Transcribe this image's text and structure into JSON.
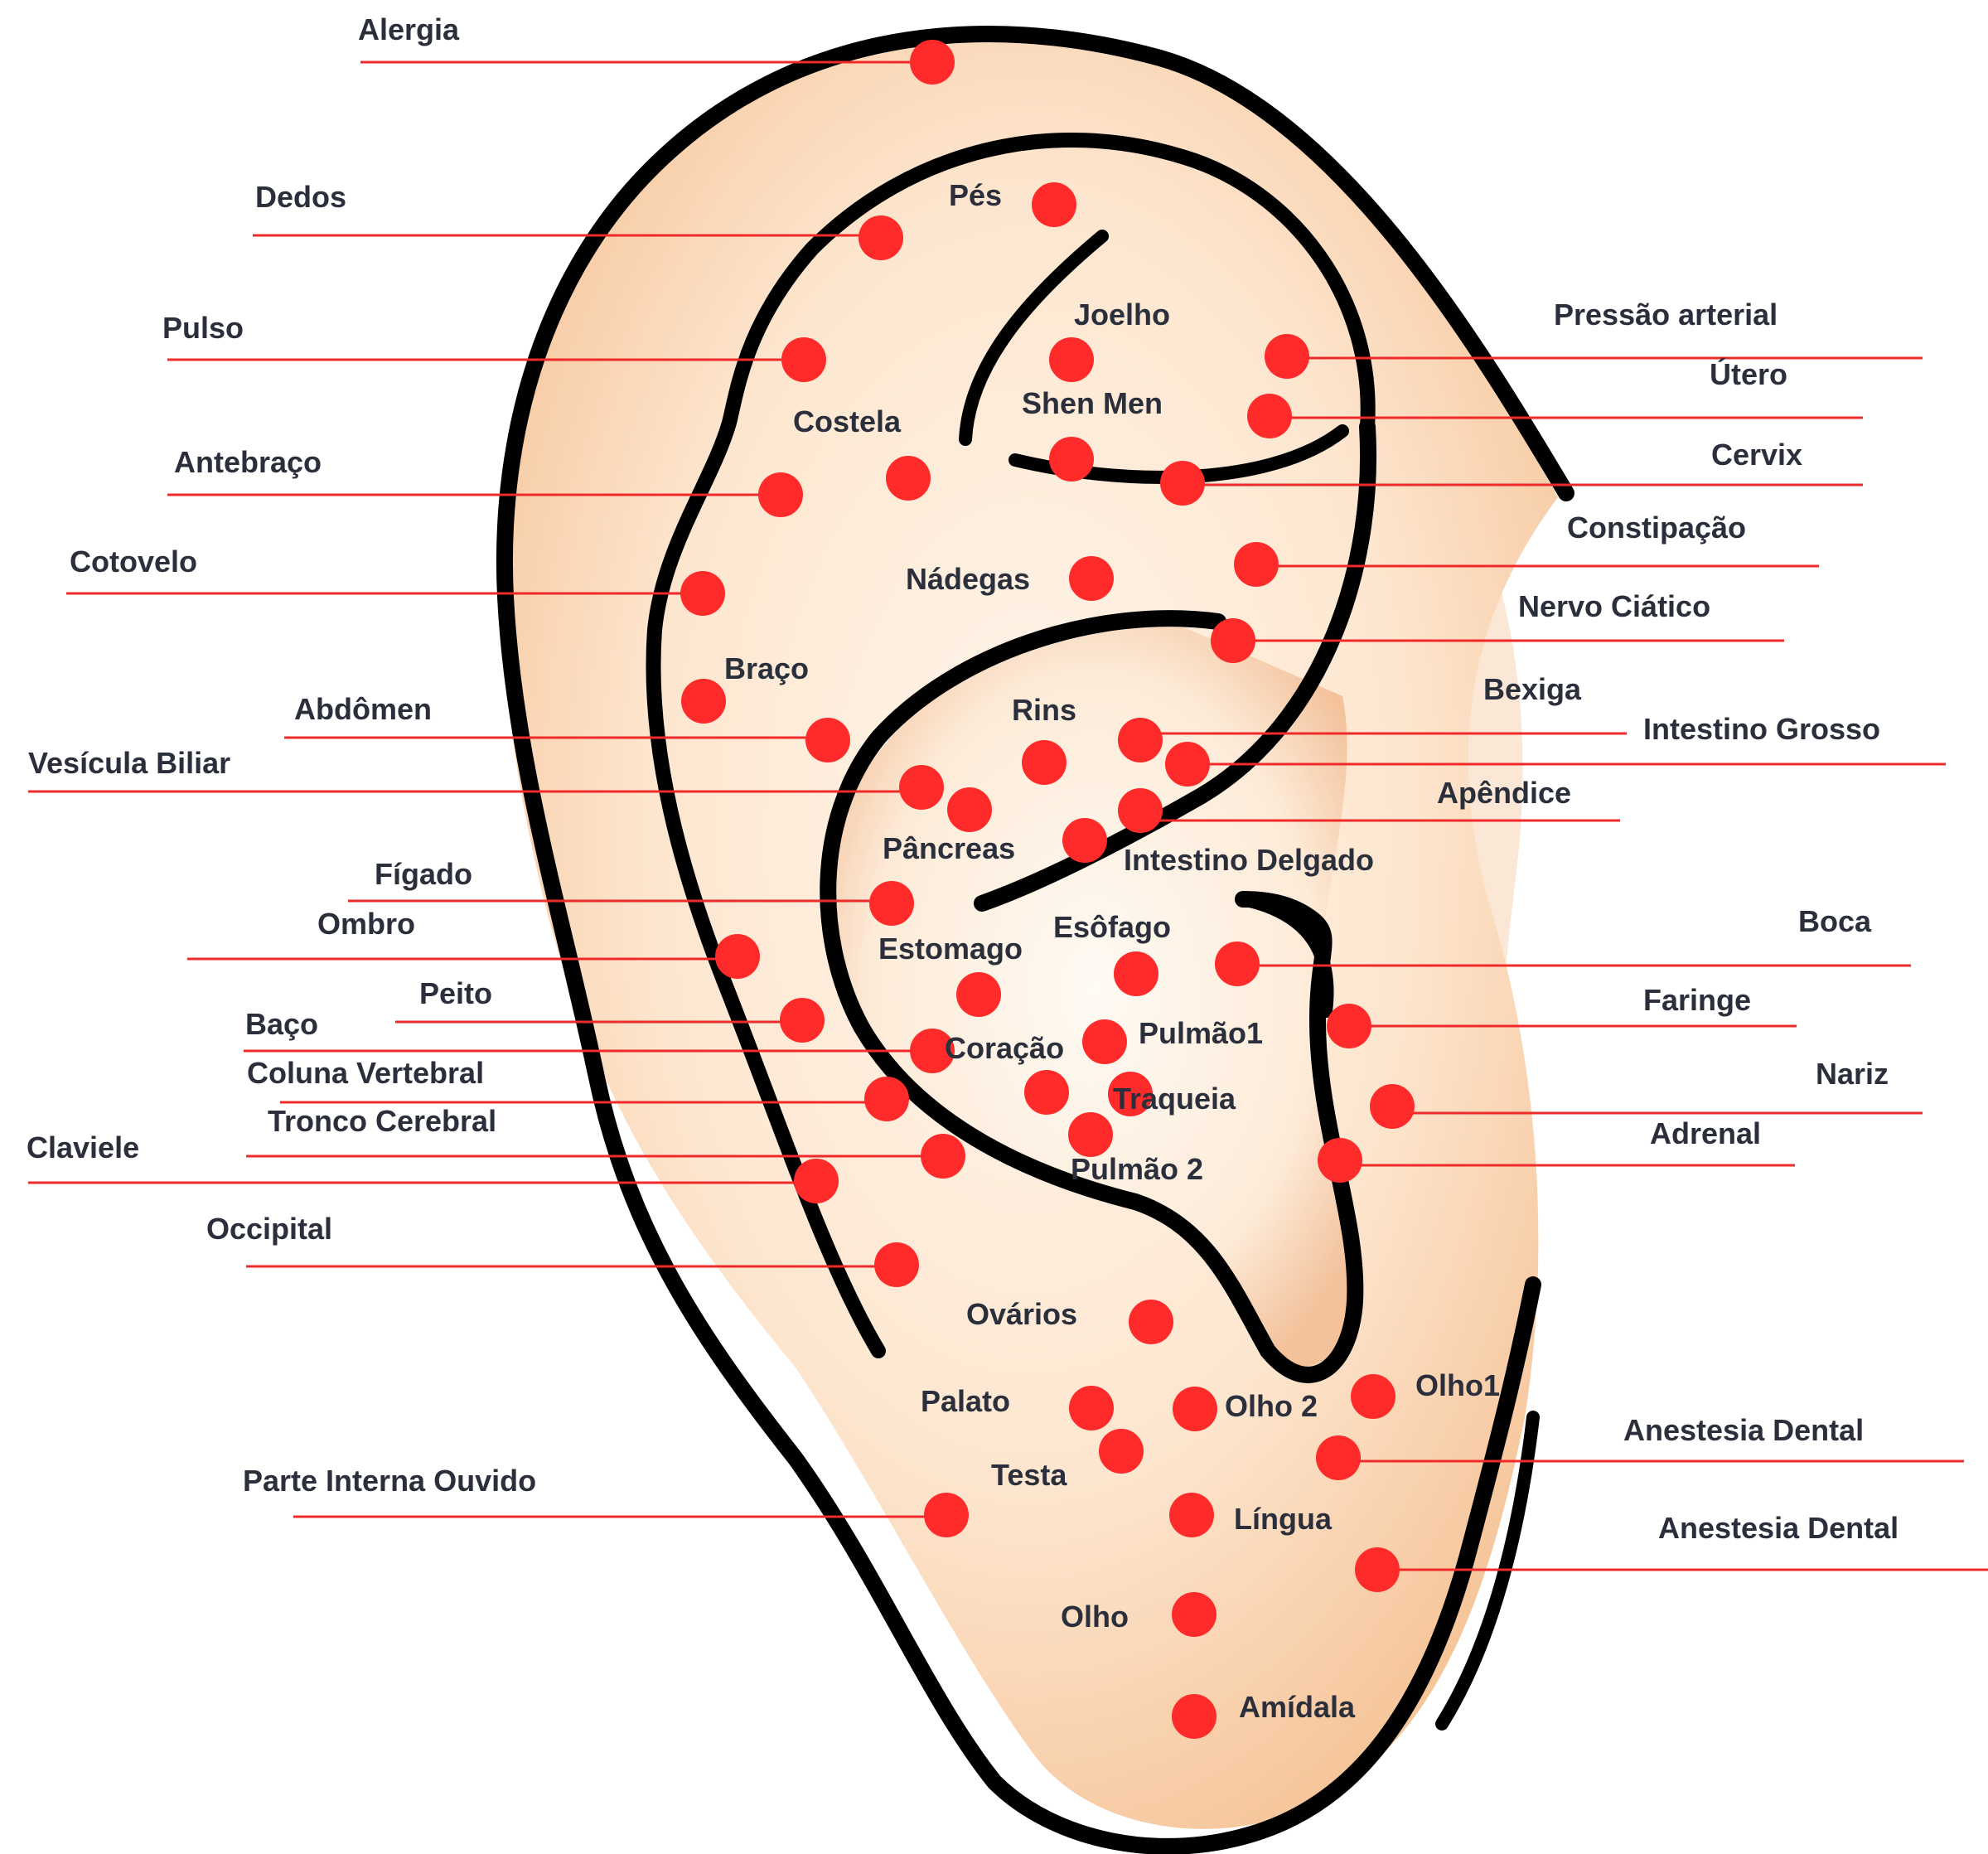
{
  "colors": {
    "point": "#ff2a2a",
    "leader": "#ef2a2a",
    "label": "#2b2f3c",
    "skin_light": "#fde9d6",
    "skin_mid": "#f7c9a2",
    "outline": "#000000"
  },
  "labels": {
    "alergia": "Alergia",
    "dedos": "Dedos",
    "pes": "Pés",
    "pulso": "Pulso",
    "joelho": "Joelho",
    "pressao_arterial": "Pressão arterial",
    "utero": "Útero",
    "costela": "Costela",
    "shen_men": "Shen Men",
    "antebraco": "Antebraço",
    "cervix": "Cervix",
    "constipacao": "Constipação",
    "cotovelo": "Cotovelo",
    "nadegas": "Nádegas",
    "nervo_ciatico": "Nervo Ciático",
    "braco": "Braço",
    "bexiga": "Bexiga",
    "abdomen": "Abdômen",
    "rins": "Rins",
    "intestino_grosso": "Intestino Grosso",
    "vesicula_biliar": "Vesícula Biliar",
    "apendice": "Apêndice",
    "pancreas": "Pâncreas",
    "figado": "Fígado",
    "intestino_delgado": "Intestino Delgado",
    "ombro": "Ombro",
    "esofago": "Esôfago",
    "boca": "Boca",
    "estomago": "Estomago",
    "peito": "Peito",
    "faringe": "Faringe",
    "baco": "Baço",
    "pulmao1": "Pulmão1",
    "coracao": "Coração",
    "coluna_vertebral": "Coluna Vertebral",
    "nariz": "Nariz",
    "traqueia": "Traqueia",
    "tronco_cerebral": "Tronco Cerebral",
    "adrenal": "Adrenal",
    "claviele": "Claviele",
    "pulmao2": "Pulmão 2",
    "occipital": "Occipital",
    "ovarios": "Ovários",
    "olho1": "Olho1",
    "palato": "Palato",
    "olho2": "Olho 2",
    "anestesia_dental_1": "Anestesia Dental",
    "testa": "Testa",
    "parte_interna_ouvido": "Parte Interna Ouvido",
    "lingua": "Língua",
    "anestesia_dental_2": "Anestesia Dental",
    "olho": "Olho",
    "amidala": "Amídala"
  }
}
